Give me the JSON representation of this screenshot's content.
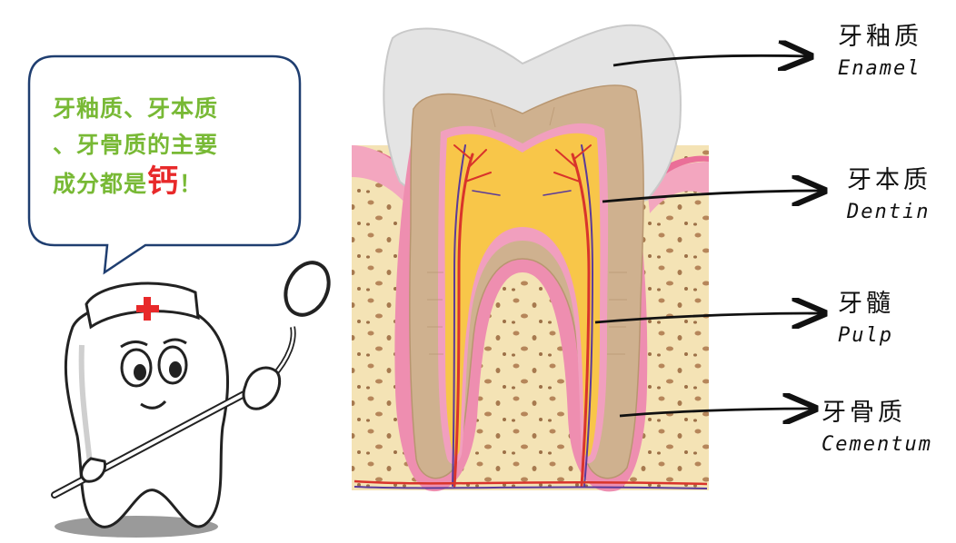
{
  "bubble": {
    "line1": "牙釉质、牙本质",
    "line2": "、牙骨质的主要",
    "line3_prefix": "成分都是",
    "calcium": "钙",
    "line3_suffix": "！"
  },
  "labels": [
    {
      "zh": "牙釉质",
      "en": "Enamel"
    },
    {
      "zh": "牙本质",
      "en": "Dentin"
    },
    {
      "zh": "牙髓",
      "en": "Pulp"
    },
    {
      "zh": "牙骨质",
      "en": "Cementum"
    }
  ],
  "colors": {
    "enamel": "#e2e2e2",
    "dentin": "#cdb08e",
    "pulp": "#f7c54a",
    "gum": "#ef9bb7",
    "bone": "#f4e3b5",
    "bubble_text": "#78b935",
    "calcium": "#e8292a",
    "cross": "#e8292a"
  }
}
